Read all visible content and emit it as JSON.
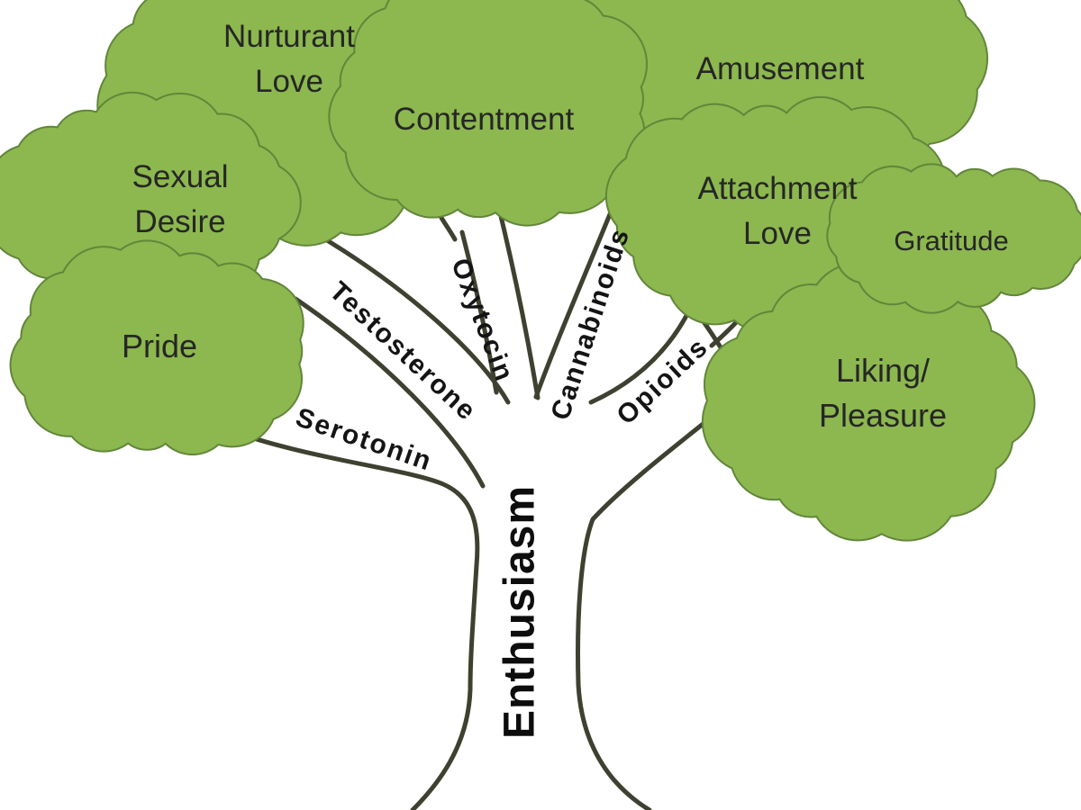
{
  "colors": {
    "cloud_fill": "#8cb84f",
    "cloud_outline": "#62863a",
    "branch_line": "#3e4130",
    "cloud_text": "#262626",
    "branch_text": "#141414"
  },
  "clouds": [
    {
      "name": "nurturant-love",
      "lines": [
        "Nurturant",
        "Love"
      ]
    },
    {
      "name": "contentment",
      "lines": [
        "Contentment"
      ]
    },
    {
      "name": "amusement",
      "lines": [
        "Amusement"
      ]
    },
    {
      "name": "sexual-desire",
      "lines": [
        "Sexual",
        "Desire"
      ]
    },
    {
      "name": "attachment-love",
      "lines": [
        "Attachment",
        "Love"
      ]
    },
    {
      "name": "gratitude",
      "lines": [
        "Gratitude"
      ]
    },
    {
      "name": "pride",
      "lines": [
        "Pride"
      ]
    },
    {
      "name": "liking-pleasure",
      "lines": [
        "Liking/",
        "Pleasure"
      ]
    }
  ],
  "branches": [
    {
      "name": "serotonin",
      "label": "Serotonin"
    },
    {
      "name": "testosterone",
      "label": "Testosterone"
    },
    {
      "name": "oxytocin",
      "label": "Oxytocin"
    },
    {
      "name": "cannabinoids",
      "label": "Cannabinoids"
    },
    {
      "name": "opioids",
      "label": "Opioids"
    }
  ],
  "trunk": {
    "label": "Enthusiasm"
  }
}
